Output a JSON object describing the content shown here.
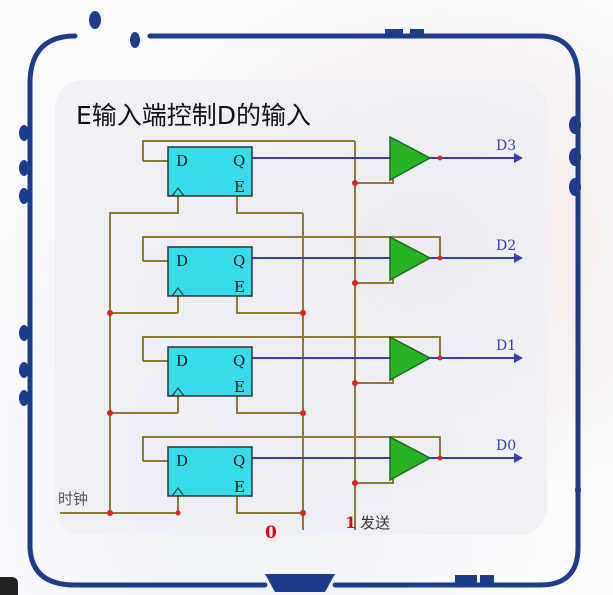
{
  "title": "E输入端控制D的输入",
  "flipflops": [
    {
      "d_label": "D",
      "q_label": "Q",
      "e_label": "E"
    },
    {
      "d_label": "D",
      "q_label": "Q",
      "e_label": "E"
    },
    {
      "d_label": "D",
      "q_label": "Q",
      "e_label": "E"
    },
    {
      "d_label": "D",
      "q_label": "Q",
      "e_label": "E"
    }
  ],
  "outputs": {
    "d3": "D3",
    "d2": "D2",
    "d1": "D1",
    "d0": "D0"
  },
  "clock_label": "时钟",
  "e_control_value": "0",
  "send_value": "1",
  "send_label": "发送",
  "colors": {
    "flipflop_fill": "#36dcea",
    "buffer_fill": "#28b424",
    "wire_olive": "#8a7a34",
    "wire_blue": "#3a3ab4",
    "junction_red": "#e02424",
    "frame_blue": "#1c3c8c",
    "value_red": "#d0100c"
  }
}
